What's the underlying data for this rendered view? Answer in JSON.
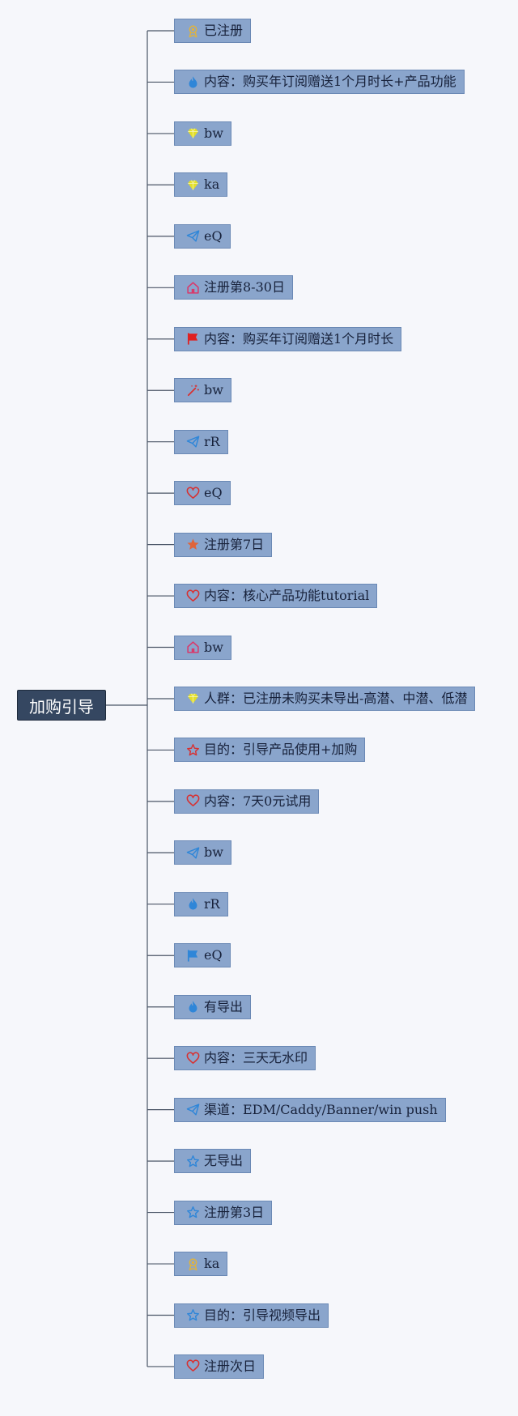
{
  "root": {
    "label": "加购引导"
  },
  "colors": {
    "node_fill": "#8aa5cc",
    "root_fill": "#354761",
    "connector": "#4a5566"
  },
  "nodes": [
    {
      "label": "已注册",
      "icon": "award-icon",
      "color": "#e0b33e"
    },
    {
      "label": "内容：购买年订阅赠送1个月时长+产品功能",
      "icon": "flame-icon",
      "color": "#2f86d8"
    },
    {
      "label": "bw",
      "icon": "diamond-icon",
      "color": "#e3df2a"
    },
    {
      "label": "ka",
      "icon": "diamond-icon",
      "color": "#e3df2a"
    },
    {
      "label": "eQ",
      "icon": "paper-plane-icon",
      "color": "#2f86d8"
    },
    {
      "label": "注册第8-30日",
      "icon": "home-icon",
      "color": "#d83a6b"
    },
    {
      "label": "内容：购买年订阅赠送1个月时长",
      "icon": "flag-icon",
      "color": "#e02020"
    },
    {
      "label": "bw",
      "icon": "magic-wand-icon",
      "color": "#d83030"
    },
    {
      "label": "rR",
      "icon": "paper-plane-icon",
      "color": "#2f86d8"
    },
    {
      "label": "eQ",
      "icon": "heart-icon",
      "color": "#d83030"
    },
    {
      "label": "注册第7日",
      "icon": "star-filled-icon",
      "color": "#e0643a"
    },
    {
      "label": "内容：核心产品功能tutorial",
      "icon": "heart-icon",
      "color": "#d83030"
    },
    {
      "label": "bw",
      "icon": "home-icon",
      "color": "#d83a6b"
    },
    {
      "label": "人群：已注册未购买未导出-高潜、中潜、低潜",
      "icon": "diamond-icon",
      "color": "#e3df2a"
    },
    {
      "label": "目的：引导产品使用+加购",
      "icon": "star-outline-icon",
      "color": "#d83030"
    },
    {
      "label": "内容：7天0元试用",
      "icon": "heart-icon",
      "color": "#d83030"
    },
    {
      "label": "bw",
      "icon": "paper-plane-icon",
      "color": "#2f86d8"
    },
    {
      "label": "rR",
      "icon": "flame-icon",
      "color": "#2f86d8"
    },
    {
      "label": "eQ",
      "icon": "flag-icon",
      "color": "#2f86d8"
    },
    {
      "label": "有导出",
      "icon": "flame-icon",
      "color": "#2f86d8"
    },
    {
      "label": "内容：三天无水印",
      "icon": "heart-icon",
      "color": "#d83030"
    },
    {
      "label": "渠道：EDM/Caddy/Banner/win push",
      "icon": "paper-plane-icon",
      "color": "#2f86d8"
    },
    {
      "label": "无导出",
      "icon": "star-outline-icon",
      "color": "#2f86d8"
    },
    {
      "label": "注册第3日",
      "icon": "star-outline-icon",
      "color": "#2f86d8"
    },
    {
      "label": "ka",
      "icon": "award-icon",
      "color": "#e0b33e"
    },
    {
      "label": "目的：引导视频导出",
      "icon": "star-outline-icon",
      "color": "#2f86d8"
    },
    {
      "label": "注册次日",
      "icon": "heart-icon",
      "color": "#d83030"
    }
  ]
}
